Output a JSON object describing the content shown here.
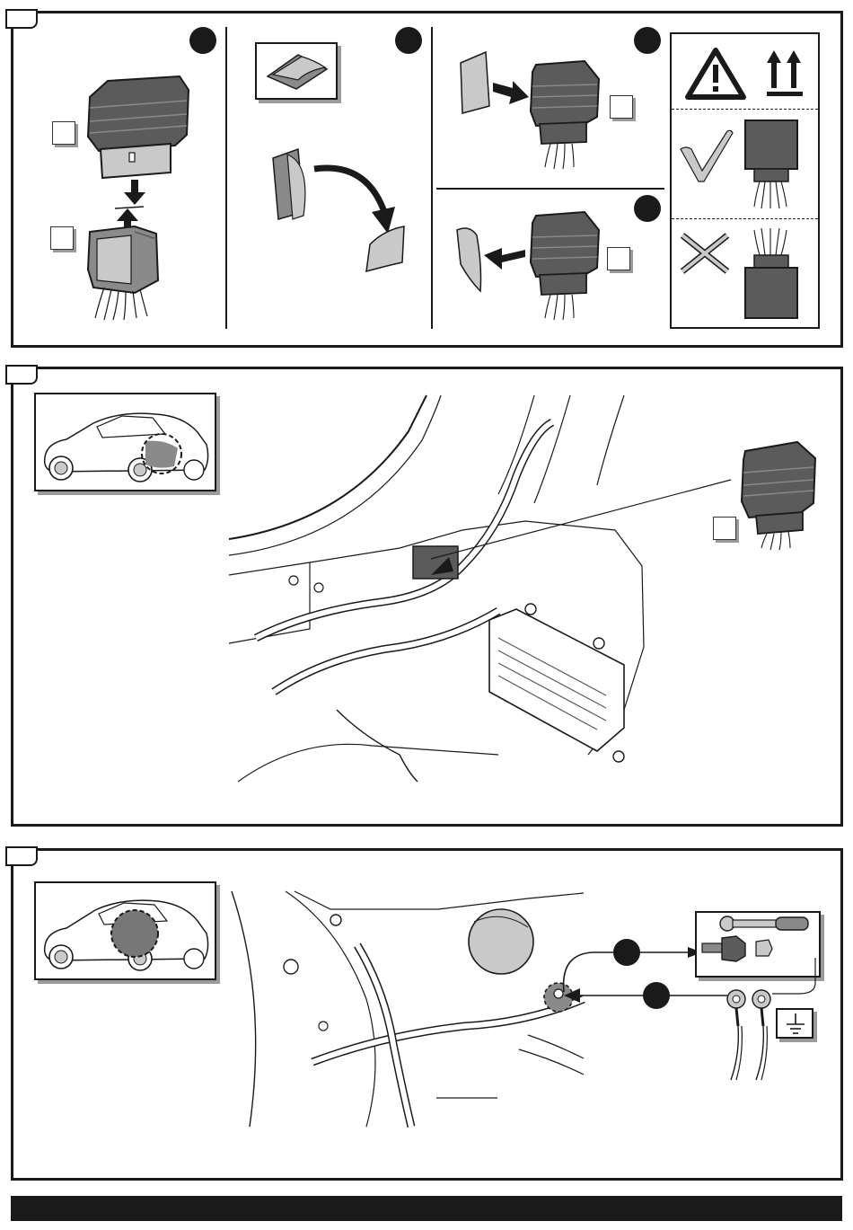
{
  "colors": {
    "ink": "#1a1a1a",
    "part_dark": "#5b5b5b",
    "part_mid": "#8a8a8a",
    "part_light": "#c9c9c9",
    "shadow": "#9a9a9a",
    "highlight_circle": "#777777"
  },
  "steps": [
    {
      "id": "step-1",
      "tab_label": ""
    },
    {
      "id": "step-2",
      "tab_label": ""
    },
    {
      "id": "step-3",
      "tab_label": ""
    }
  ],
  "icons": {
    "warning": "warning-triangle-icon",
    "this_way_up": "this-way-up-arrows-icon",
    "correct": "check-mark-icon",
    "wrong": "cross-mark-icon",
    "ground": "ground-symbol-icon",
    "ratchet": "ratchet-wrench-icon",
    "bolt": "ground-bolt-icon"
  }
}
